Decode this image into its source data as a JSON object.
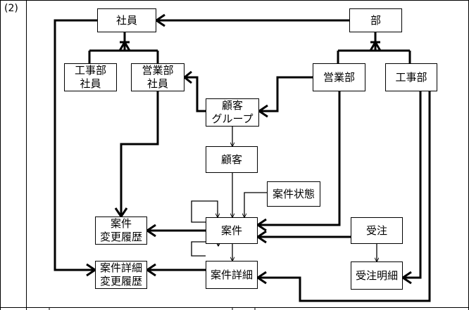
{
  "row_label": "(2)",
  "entities": {
    "shain": [
      "社員"
    ],
    "bu": [
      "部"
    ],
    "kojibu_shain": [
      "工事部",
      "社員"
    ],
    "eigyobu_shain": [
      "営業部",
      "社員"
    ],
    "eigyobu": [
      "営業部"
    ],
    "kojibu": [
      "工事部"
    ],
    "kokyaku_group": [
      "顧客",
      "グループ"
    ],
    "kokyaku": [
      "顧客"
    ],
    "anken_jotai": [
      "案件状態"
    ],
    "anken_henkou": [
      "案件",
      "変更履歴"
    ],
    "anken": [
      "案件"
    ],
    "juchu": [
      "受注"
    ],
    "anken_shosai_henkou": [
      "案件詳細",
      "変更履歴"
    ],
    "anken_shosai": [
      "案件詳細"
    ],
    "juchu_meisai": [
      "受注明細"
    ]
  }
}
